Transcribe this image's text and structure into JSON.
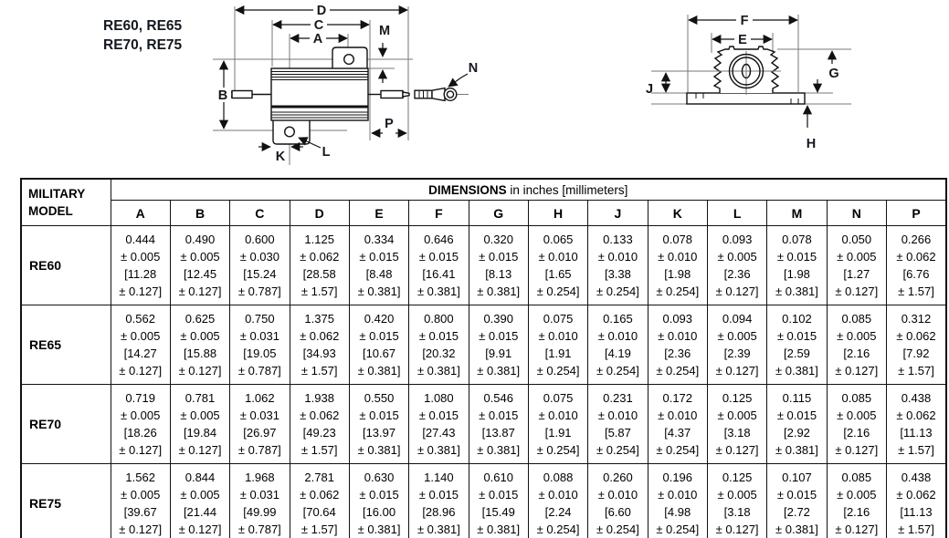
{
  "drawing": {
    "model_lines": [
      "RE60, RE65",
      "RE70, RE75"
    ],
    "labels": {
      "A": "A",
      "B": "B",
      "C": "C",
      "D": "D",
      "E": "E",
      "F": "F",
      "G": "G",
      "H": "H",
      "J": "J",
      "K": "K",
      "L": "L",
      "M": "M",
      "N": "N",
      "P": "P"
    },
    "line_color": "#111111",
    "ref_line_color": "#777777"
  },
  "table": {
    "corner": [
      "MILITARY",
      "MODEL"
    ],
    "span_header": {
      "bold": "DIMENSIONS",
      "rest": " in inches [millimeters]"
    },
    "columns": [
      "A",
      "B",
      "C",
      "D",
      "E",
      "F",
      "G",
      "H",
      "J",
      "K",
      "L",
      "M",
      "N",
      "P"
    ],
    "rows": [
      {
        "model": "RE60",
        "cells": [
          [
            "0.444",
            "± 0.005",
            "[11.28",
            "± 0.127]"
          ],
          [
            "0.490",
            "± 0.005",
            "[12.45",
            "± 0.127]"
          ],
          [
            "0.600",
            "± 0.030",
            "[15.24",
            "± 0.787]"
          ],
          [
            "1.125",
            "± 0.062",
            "[28.58",
            "± 1.57]"
          ],
          [
            "0.334",
            "± 0.015",
            "[8.48",
            "± 0.381]"
          ],
          [
            "0.646",
            "± 0.015",
            "[16.41",
            "± 0.381]"
          ],
          [
            "0.320",
            "± 0.015",
            "[8.13",
            "± 0.381]"
          ],
          [
            "0.065",
            "± 0.010",
            "[1.65",
            "± 0.254]"
          ],
          [
            "0.133",
            "± 0.010",
            "[3.38",
            "± 0.254]"
          ],
          [
            "0.078",
            "± 0.010",
            "[1.98",
            "± 0.254]"
          ],
          [
            "0.093",
            "± 0.005",
            "[2.36",
            "± 0.127]"
          ],
          [
            "0.078",
            "± 0.015",
            "[1.98",
            "± 0.381]"
          ],
          [
            "0.050",
            "± 0.005",
            "[1.27",
            "± 0.127]"
          ],
          [
            "0.266",
            "± 0.062",
            "[6.76",
            "± 1.57]"
          ]
        ]
      },
      {
        "model": "RE65",
        "cells": [
          [
            "0.562",
            "± 0.005",
            "[14.27",
            "± 0.127]"
          ],
          [
            "0.625",
            "± 0.005",
            "[15.88",
            "± 0.127]"
          ],
          [
            "0.750",
            "± 0.031",
            "[19.05",
            "± 0.787]"
          ],
          [
            "1.375",
            "± 0.062",
            "[34.93",
            "± 1.57]"
          ],
          [
            "0.420",
            "± 0.015",
            "[10.67",
            "± 0.381]"
          ],
          [
            "0.800",
            "± 0.015",
            "[20.32",
            "± 0.381]"
          ],
          [
            "0.390",
            "± 0.015",
            "[9.91",
            "± 0.381]"
          ],
          [
            "0.075",
            "± 0.010",
            "[1.91",
            "± 0.254]"
          ],
          [
            "0.165",
            "± 0.010",
            "[4.19",
            "± 0.254]"
          ],
          [
            "0.093",
            "± 0.010",
            "[2.36",
            "± 0.254]"
          ],
          [
            "0.094",
            "± 0.005",
            "[2.39",
            "± 0.127]"
          ],
          [
            "0.102",
            "± 0.015",
            "[2.59",
            "± 0.381]"
          ],
          [
            "0.085",
            "± 0.005",
            "[2.16",
            "± 0.127]"
          ],
          [
            "0.312",
            "± 0.062",
            "[7.92",
            "± 1.57]"
          ]
        ]
      },
      {
        "model": "RE70",
        "cells": [
          [
            "0.719",
            "± 0.005",
            "[18.26",
            "± 0.127]"
          ],
          [
            "0.781",
            "± 0.005",
            "[19.84",
            "± 0.127]"
          ],
          [
            "1.062",
            "± 0.031",
            "[26.97",
            "± 0.787]"
          ],
          [
            "1.938",
            "± 0.062",
            "[49.23",
            "± 1.57]"
          ],
          [
            "0.550",
            "± 0.015",
            "[13.97",
            "± 0.381]"
          ],
          [
            "1.080",
            "± 0.015",
            "[27.43",
            "± 0.381]"
          ],
          [
            "0.546",
            "± 0.015",
            "[13.87",
            "± 0.381]"
          ],
          [
            "0.075",
            "± 0.010",
            "[1.91",
            "± 0.254]"
          ],
          [
            "0.231",
            "± 0.010",
            "[5.87",
            "± 0.254]"
          ],
          [
            "0.172",
            "± 0.010",
            "[4.37",
            "± 0.254]"
          ],
          [
            "0.125",
            "± 0.005",
            "[3.18",
            "± 0.127]"
          ],
          [
            "0.115",
            "± 0.015",
            "[2.92",
            "± 0.381]"
          ],
          [
            "0.085",
            "± 0.005",
            "[2.16",
            "± 0.127]"
          ],
          [
            "0.438",
            "± 0.062",
            "[11.13",
            "± 1.57]"
          ]
        ]
      },
      {
        "model": "RE75",
        "cells": [
          [
            "1.562",
            "± 0.005",
            "[39.67",
            "± 0.127]"
          ],
          [
            "0.844",
            "± 0.005",
            "[21.44",
            "± 0.127]"
          ],
          [
            "1.968",
            "± 0.031",
            "[49.99",
            "± 0.787]"
          ],
          [
            "2.781",
            "± 0.062",
            "[70.64",
            "± 1.57]"
          ],
          [
            "0.630",
            "± 0.015",
            "[16.00",
            "± 0.381]"
          ],
          [
            "1.140",
            "± 0.015",
            "[28.96",
            "± 0.381]"
          ],
          [
            "0.610",
            "± 0.015",
            "[15.49",
            "± 0.381]"
          ],
          [
            "0.088",
            "± 0.010",
            "[2.24",
            "± 0.254]"
          ],
          [
            "0.260",
            "± 0.010",
            "[6.60",
            "± 0.254]"
          ],
          [
            "0.196",
            "± 0.010",
            "[4.98",
            "± 0.254]"
          ],
          [
            "0.125",
            "± 0.005",
            "[3.18",
            "± 0.127]"
          ],
          [
            "0.107",
            "± 0.015",
            "[2.72",
            "± 0.381]"
          ],
          [
            "0.085",
            "± 0.005",
            "[2.16",
            "± 0.127]"
          ],
          [
            "0.438",
            "± 0.062",
            "[11.13",
            "± 1.57]"
          ]
        ]
      }
    ]
  }
}
